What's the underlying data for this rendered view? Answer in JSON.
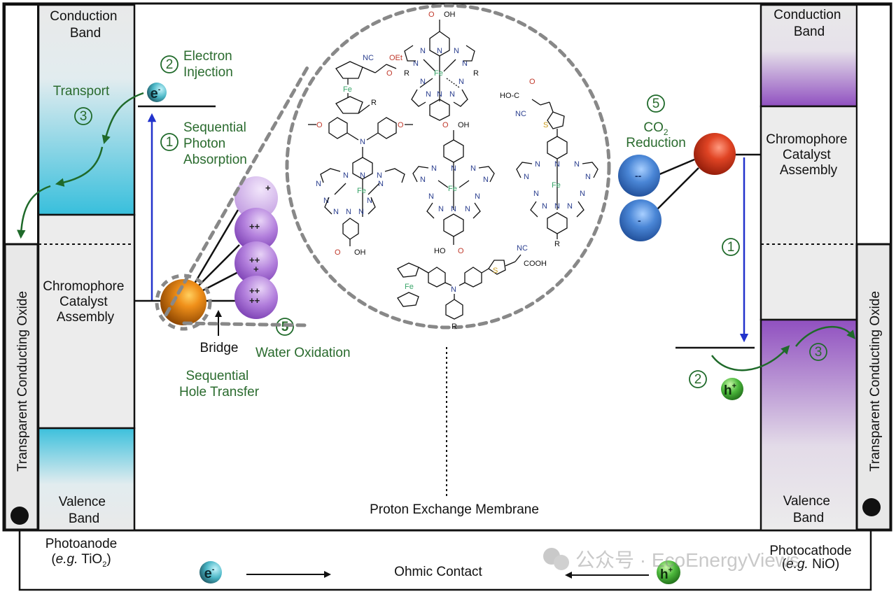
{
  "title": "Tandem photoelectrochemical cell schematic (photoanode / photocathode)",
  "colors": {
    "process_green": "#2a6b2e",
    "arrow_blue": "#2233cc",
    "anode_band_cyan": "#3fc1dc",
    "cathode_band_purple": "#8e54b8",
    "band_gray": "#e6e6e6",
    "bridge_orange": "#e07a10",
    "catalyst_purple": "#a77ad6",
    "cathode_chromophore_red": "#d9381e",
    "cathode_catalyst_blue": "#3f78cc",
    "hole_green": "#3fae3a",
    "electron_teal": "#49b6c4"
  },
  "photoanode": {
    "tco_label": "Transparent Conducting Oxide",
    "conduction_band": "Conduction Band",
    "chromophore": "Chromophore Catalyst Assembly",
    "valence_band": "Valence Band",
    "name": "Photoanode",
    "example_prefix": "(e.g. TiO",
    "example_sub": "2",
    "example_suffix": ")"
  },
  "photocathode": {
    "tco_label": "Transparent Conducting Oxide",
    "conduction_band": "Conduction Band",
    "chromophore": "Chromophore Catalyst Assembly",
    "valence_band": "Valence Band",
    "name": "Photocathode",
    "example": "(e.g. NiO)"
  },
  "anode_steps": {
    "step1_num": "1",
    "step1_label": [
      "Sequential",
      "Photon",
      "Absorption"
    ],
    "step2_num": "2",
    "step2_label": [
      "Electron",
      "Injection"
    ],
    "step3_num": "3",
    "step3_label": "Transport",
    "step5_num": "5",
    "step5_label": "Water Oxidation",
    "hole_transfer": [
      "Sequential",
      "Hole Transfer"
    ],
    "bridge": "Bridge"
  },
  "cathode_steps": {
    "step1_num": "1",
    "step2_num": "2",
    "step3_num": "3",
    "step5_num": "5",
    "step5_label_a": "CO",
    "step5_label_sub": "2",
    "step5_label_b": "Reduction"
  },
  "catalyst_charges": [
    "+",
    "++",
    "+++",
    "++++"
  ],
  "cathode_charges": [
    "--",
    "-"
  ],
  "particles": {
    "electron": "e",
    "electron_sup": "-",
    "hole": "h",
    "hole_sup": "+"
  },
  "membrane_label": "Proton Exchange Membrane",
  "ohmic_contact": "Ohmic Contact",
  "molecules": {
    "fe": "Fe",
    "n": "N",
    "r": "R",
    "s": "S",
    "nc": "NC",
    "oet": "OEt",
    "o": "O",
    "oh": "OH",
    "ho": "HO",
    "cooh": "COOH",
    "ho_c": "HO-C"
  },
  "watermark": "公众号 · EcoEnergyViews"
}
